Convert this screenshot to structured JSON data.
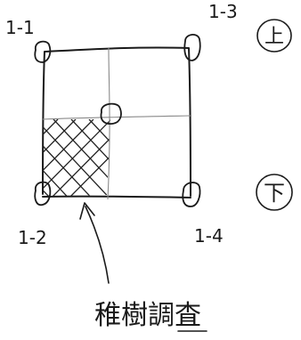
{
  "corner_labels": {
    "top_left": "1-1",
    "top_right": "1-3",
    "bottom_left": "1-2",
    "bottom_right": "1-4"
  },
  "direction_labels": {
    "up": "上",
    "down": "下"
  },
  "caption": "稚樹調査"
}
